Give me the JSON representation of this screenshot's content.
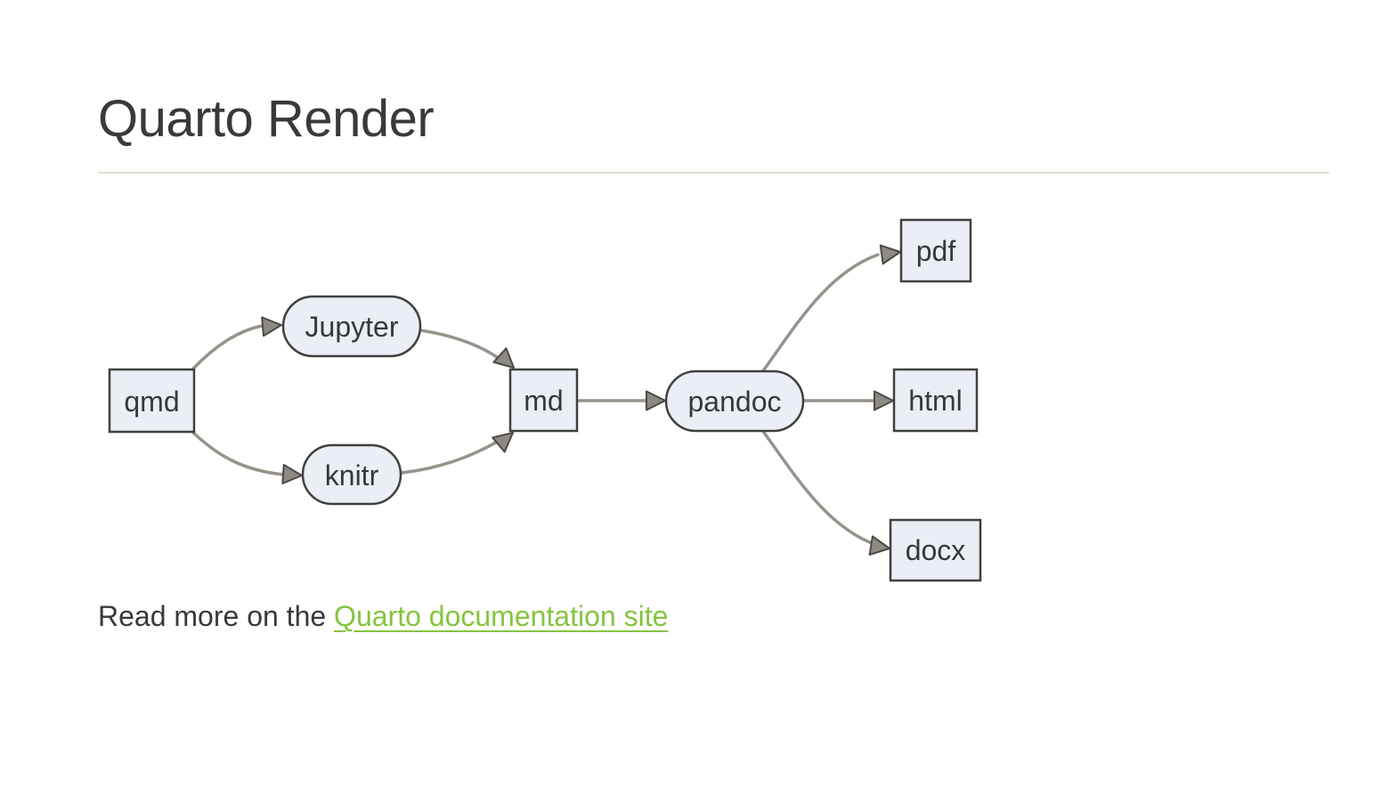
{
  "page": {
    "title": "Quarto Render",
    "read_more_prefix": "Read more on the ",
    "link_text": "Quarto documentation site"
  },
  "colors": {
    "background": "#FFFFFF",
    "title_text": "#373A3C",
    "body_text": "#373A3C",
    "link_green": "#85C440",
    "divider": "#E6DFD3",
    "node_fill": "#EBEEF4",
    "node_border": "#404040",
    "node_text": "#36393B",
    "edge_stroke": "#97938B",
    "arrowhead_fill": "#8E8A83",
    "arrowhead_stroke": "#4A4A45"
  },
  "diagram": {
    "type": "flowchart",
    "direction": "left-to-right",
    "nodes": [
      {
        "id": "qmd",
        "label": "qmd",
        "shape": "rect"
      },
      {
        "id": "jupyter",
        "label": "Jupyter",
        "shape": "stadium"
      },
      {
        "id": "knitr",
        "label": "knitr",
        "shape": "stadium"
      },
      {
        "id": "md",
        "label": "md",
        "shape": "rect"
      },
      {
        "id": "pandoc",
        "label": "pandoc",
        "shape": "stadium"
      },
      {
        "id": "pdf",
        "label": "pdf",
        "shape": "rect"
      },
      {
        "id": "html",
        "label": "html",
        "shape": "rect"
      },
      {
        "id": "docx",
        "label": "docx",
        "shape": "rect"
      }
    ],
    "edges": [
      {
        "from": "qmd",
        "to": "jupyter"
      },
      {
        "from": "qmd",
        "to": "knitr"
      },
      {
        "from": "jupyter",
        "to": "md"
      },
      {
        "from": "knitr",
        "to": "md"
      },
      {
        "from": "md",
        "to": "pandoc"
      },
      {
        "from": "pandoc",
        "to": "pdf"
      },
      {
        "from": "pandoc",
        "to": "html"
      },
      {
        "from": "pandoc",
        "to": "docx"
      }
    ]
  }
}
